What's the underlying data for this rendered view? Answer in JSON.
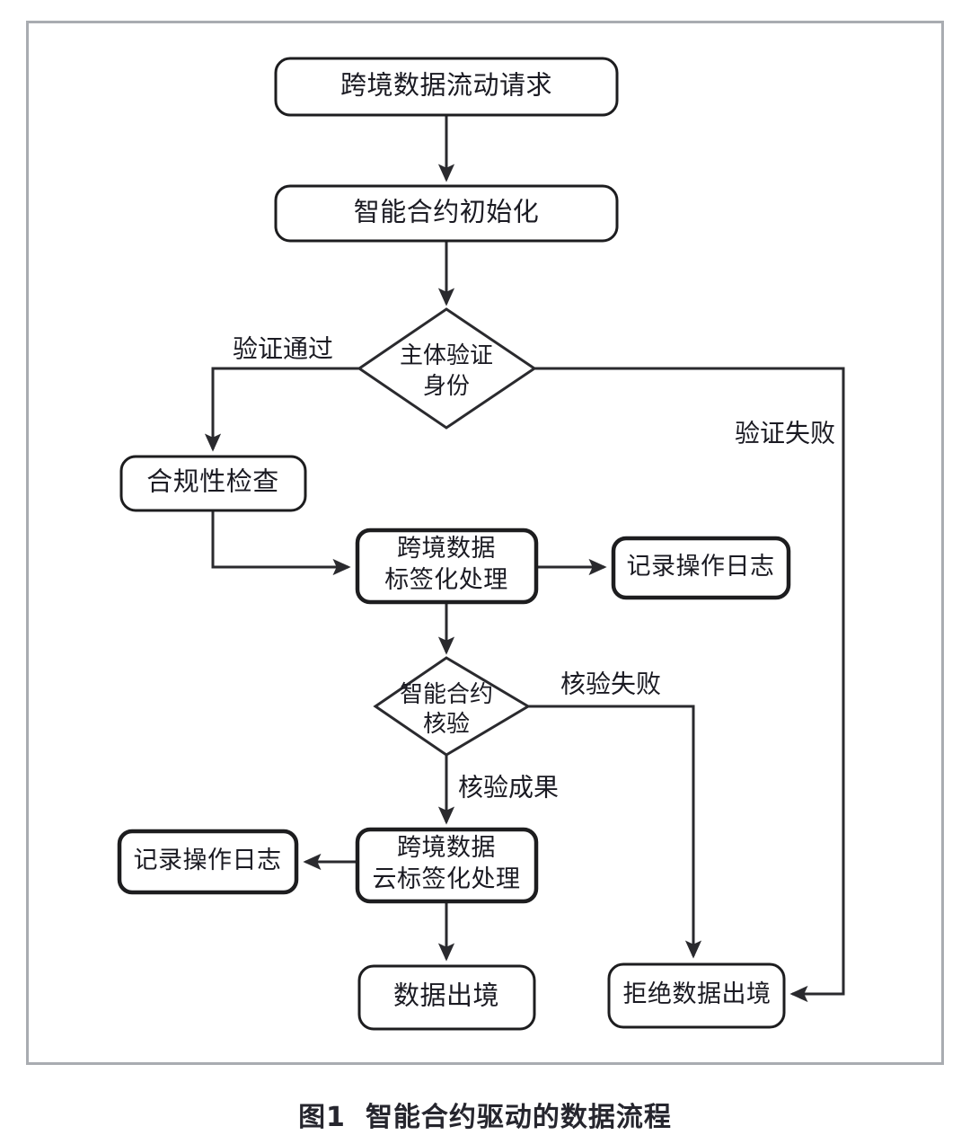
{
  "figure": {
    "caption_number": "图1",
    "caption_title": "智能合约驱动的数据流程",
    "frame_color": "#a9acb1",
    "line_color": "#2a2a2e",
    "text_color": "#1a1a22"
  },
  "nodes": {
    "request": {
      "label": "跨境数据流动请求",
      "shape": "rounded-rect"
    },
    "contract_init": {
      "label": "智能合约初始化",
      "shape": "rounded-rect"
    },
    "identity_check": {
      "label_line1": "主体验证",
      "label_line2": "身份",
      "shape": "diamond"
    },
    "compliance_check": {
      "label": "合规性检查",
      "shape": "rounded-rect"
    },
    "tagging": {
      "label_line1": "跨境数据",
      "label_line2": "标签化处理",
      "shape": "rounded-rect"
    },
    "log_top": {
      "label": "记录操作日志",
      "shape": "rounded-rect"
    },
    "contract_verify": {
      "label_line1": "智能合约",
      "label_line2": "核验",
      "shape": "diamond"
    },
    "cloud_tagging": {
      "label_line1": "跨境数据",
      "label_line2": "云标签化处理",
      "shape": "rounded-rect"
    },
    "log_bottom": {
      "label": "记录操作日志",
      "shape": "rounded-rect"
    },
    "data_export": {
      "label": "数据出境",
      "shape": "rounded-rect"
    },
    "data_rejected": {
      "label": "拒绝数据出境",
      "shape": "rounded-rect"
    }
  },
  "edges": {
    "verify_pass": {
      "label": "验证通过"
    },
    "verify_fail": {
      "label": "验证失败"
    },
    "check_fail": {
      "label": "核验失败"
    },
    "check_success": {
      "label": "核验成果"
    }
  }
}
